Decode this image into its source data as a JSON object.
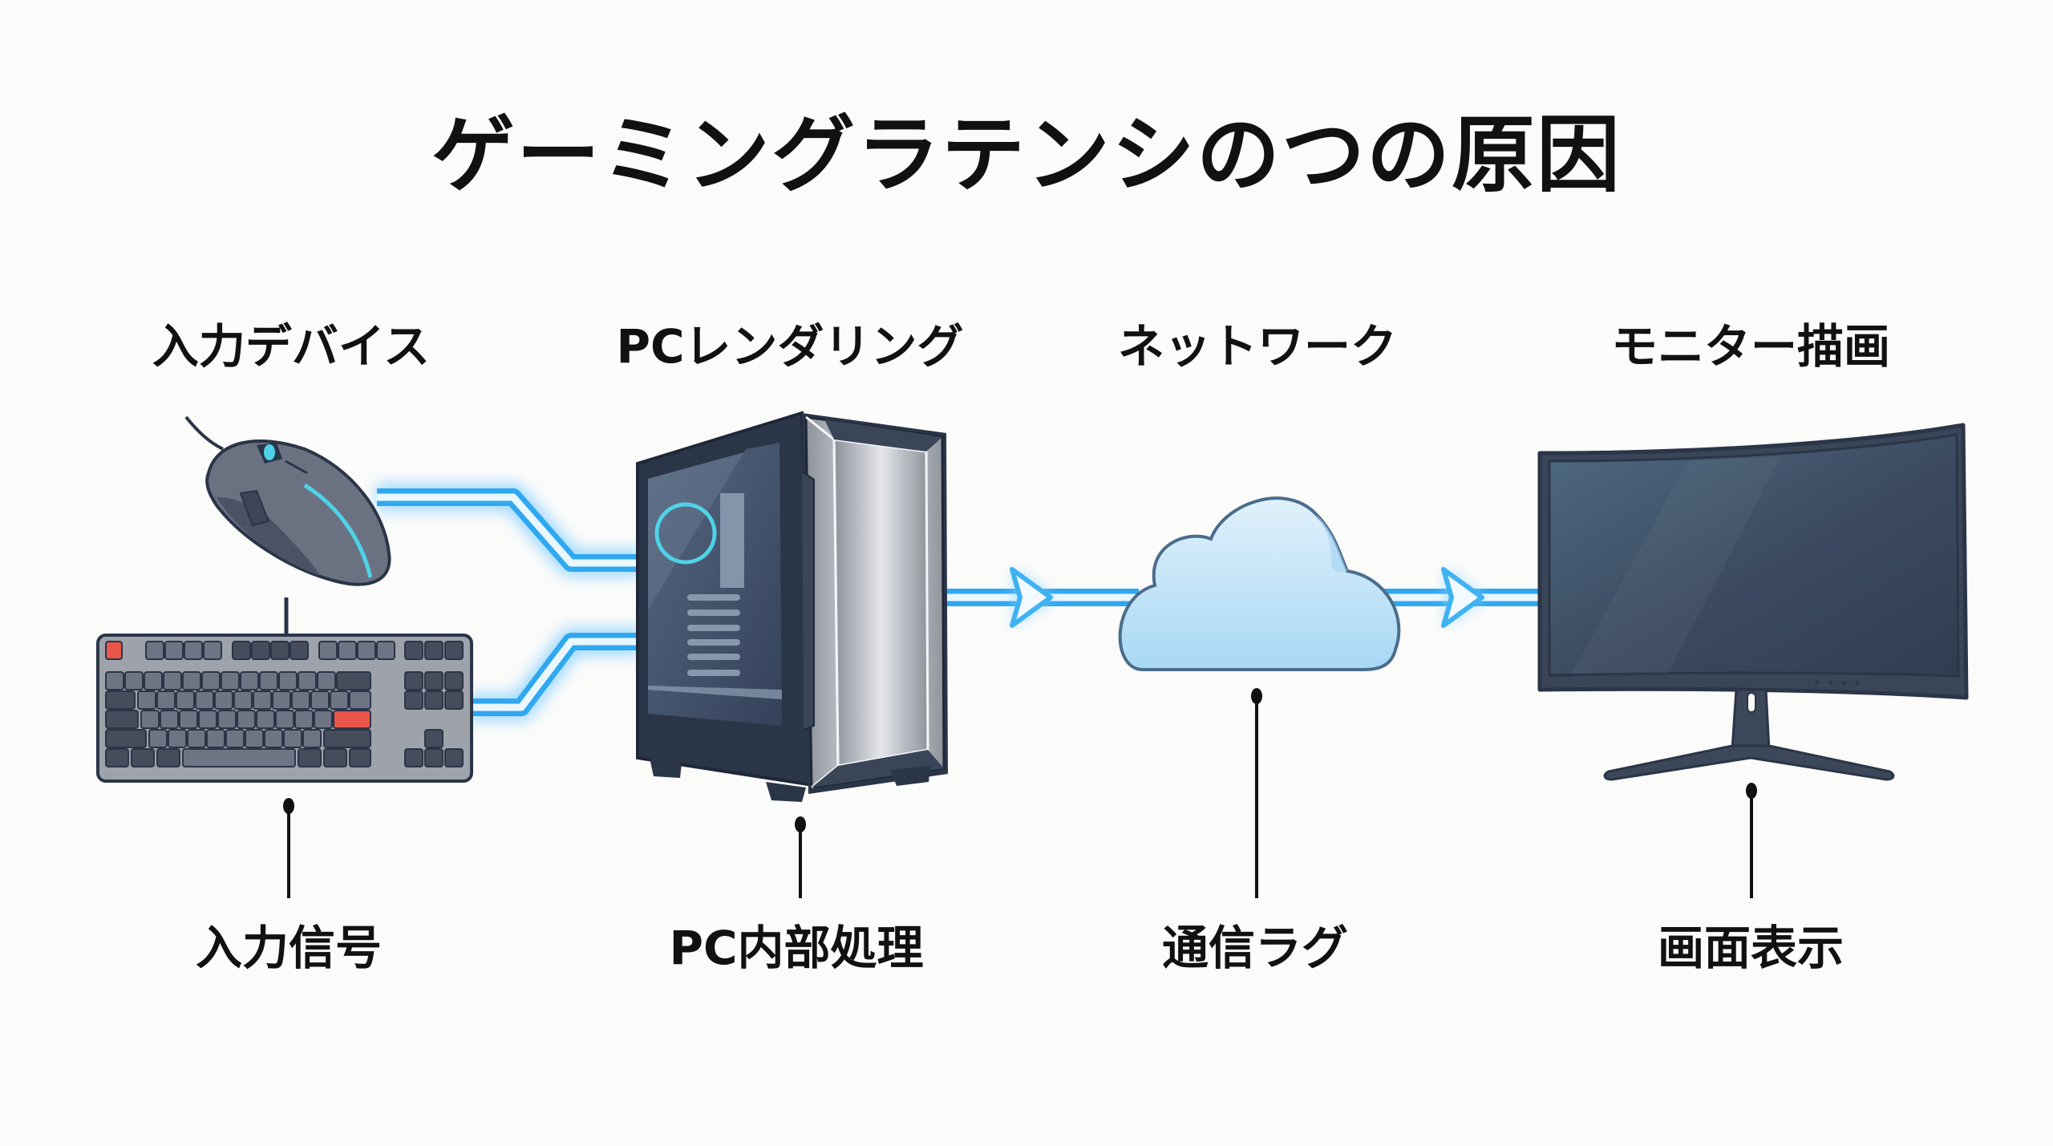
{
  "title": "ゲーミングラテンシのつの原因",
  "stages": [
    {
      "id": "input",
      "label": "入力デバイス",
      "cause": "入力信号",
      "icons": [
        "mouse-icon",
        "keyboard-icon"
      ]
    },
    {
      "id": "pc",
      "label": "PCレンダリング",
      "cause": "PC内部処理",
      "icons": [
        "pc-tower-icon"
      ]
    },
    {
      "id": "network",
      "label": "ネットワーク",
      "cause": "通信ラグ",
      "icons": [
        "cloud-icon"
      ]
    },
    {
      "id": "monitor",
      "label": "モニター描画",
      "cause": "画面表示",
      "icons": [
        "monitor-icon"
      ]
    }
  ],
  "colors": {
    "signal": "#2fa8f0",
    "signal_glow": "#8fd3ff",
    "device_dark": "#2b3548",
    "device_mid": "#5a6374",
    "accent_cyan": "#4fd2e8",
    "key_red": "#e8564a",
    "cloud_fill": "#bfe2f7",
    "text": "#111111"
  }
}
